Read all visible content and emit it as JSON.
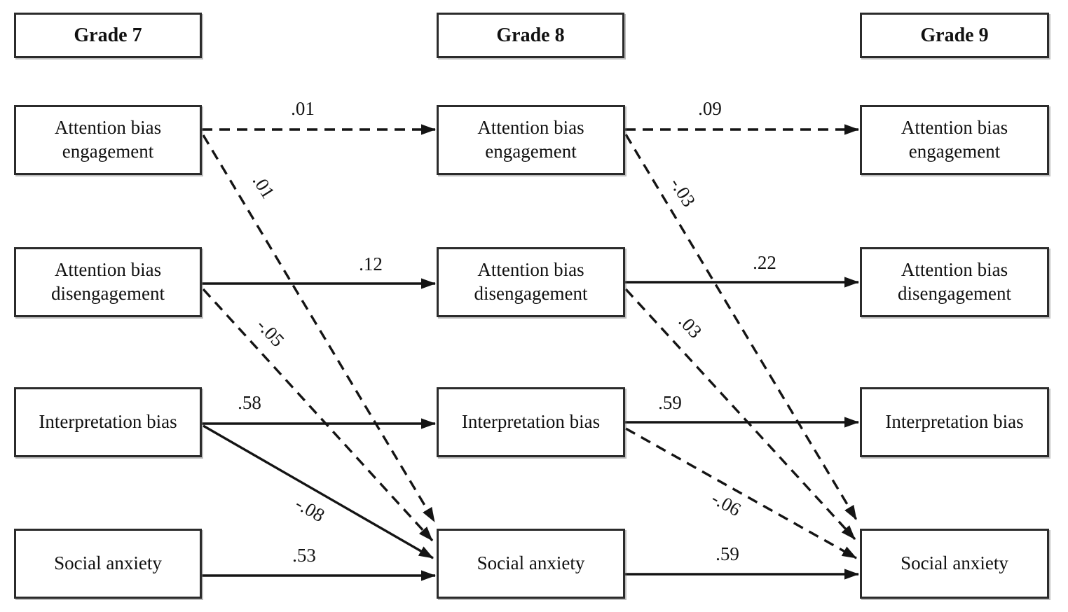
{
  "diagram": {
    "columns": [
      {
        "header": "Grade 7"
      },
      {
        "header": "Grade 8"
      },
      {
        "header": "Grade 9"
      }
    ],
    "variables": [
      {
        "label": "Attention bias engagement"
      },
      {
        "label": "Attention bias disengagement"
      },
      {
        "label": "Interpretation bias"
      },
      {
        "label": "Social anxiety"
      }
    ],
    "paths": [
      {
        "from_column": "Grade 7",
        "from_variable": "Attention bias engagement",
        "to_column": "Grade 8",
        "to_variable": "Attention bias engagement",
        "coefficient": ".01",
        "line": "dashed"
      },
      {
        "from_column": "Grade 7",
        "from_variable": "Attention bias engagement",
        "to_column": "Grade 8",
        "to_variable": "Social anxiety",
        "coefficient": ".01",
        "line": "dashed"
      },
      {
        "from_column": "Grade 7",
        "from_variable": "Attention bias disengagement",
        "to_column": "Grade 8",
        "to_variable": "Attention bias disengagement",
        "coefficient": ".12",
        "line": "solid"
      },
      {
        "from_column": "Grade 7",
        "from_variable": "Attention bias disengagement",
        "to_column": "Grade 8",
        "to_variable": "Social anxiety",
        "coefficient": "-.05",
        "line": "dashed"
      },
      {
        "from_column": "Grade 7",
        "from_variable": "Interpretation bias",
        "to_column": "Grade 8",
        "to_variable": "Interpretation bias",
        "coefficient": ".58",
        "line": "solid"
      },
      {
        "from_column": "Grade 7",
        "from_variable": "Interpretation bias",
        "to_column": "Grade 8",
        "to_variable": "Social anxiety",
        "coefficient": "-.08",
        "line": "solid"
      },
      {
        "from_column": "Grade 7",
        "from_variable": "Social anxiety",
        "to_column": "Grade 8",
        "to_variable": "Social anxiety",
        "coefficient": ".53",
        "line": "solid"
      },
      {
        "from_column": "Grade 8",
        "from_variable": "Attention bias engagement",
        "to_column": "Grade 9",
        "to_variable": "Attention bias engagement",
        "coefficient": ".09",
        "line": "dashed"
      },
      {
        "from_column": "Grade 8",
        "from_variable": "Attention bias engagement",
        "to_column": "Grade 9",
        "to_variable": "Social anxiety",
        "coefficient": "-.03",
        "line": "dashed"
      },
      {
        "from_column": "Grade 8",
        "from_variable": "Attention bias disengagement",
        "to_column": "Grade 9",
        "to_variable": "Attention bias disengagement",
        "coefficient": ".22",
        "line": "solid"
      },
      {
        "from_column": "Grade 8",
        "from_variable": "Attention bias disengagement",
        "to_column": "Grade 9",
        "to_variable": "Social anxiety",
        "coefficient": ".03",
        "line": "dashed"
      },
      {
        "from_column": "Grade 8",
        "from_variable": "Interpretation bias",
        "to_column": "Grade 9",
        "to_variable": "Interpretation bias",
        "coefficient": ".59",
        "line": "solid"
      },
      {
        "from_column": "Grade 8",
        "from_variable": "Interpretation bias",
        "to_column": "Grade 9",
        "to_variable": "Social anxiety",
        "coefficient": "-.06",
        "line": "dashed"
      },
      {
        "from_column": "Grade 8",
        "from_variable": "Social anxiety",
        "to_column": "Grade 9",
        "to_variable": "Social anxiety",
        "coefficient": ".59",
        "line": "solid"
      }
    ]
  }
}
